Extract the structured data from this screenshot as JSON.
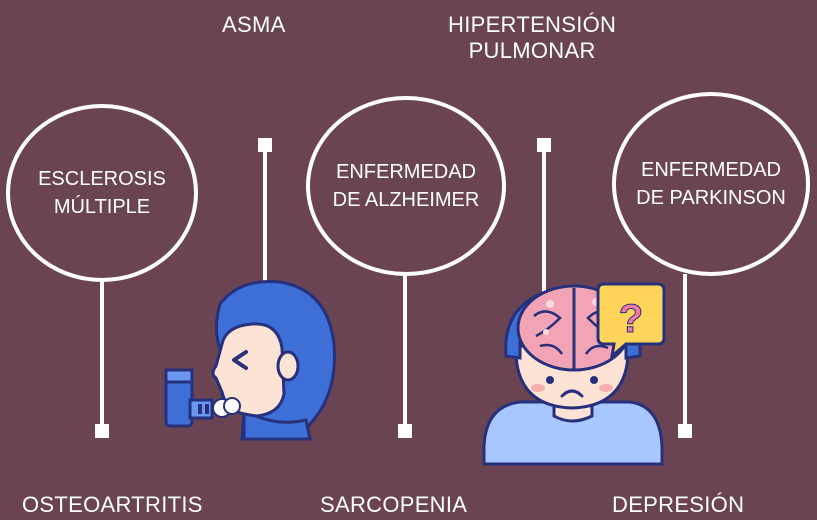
{
  "top_labels": {
    "asma": "ASMA",
    "hipertension_line1": "HIPERTENSIÓN",
    "hipertension_line2": "PULMONAR"
  },
  "circles": {
    "esclerosis_line1": "ESCLEROSIS",
    "esclerosis_line2": "MÚLTIPLE",
    "alzheimer_line1": "ENFERMEDAD",
    "alzheimer_line2": "DE ALZHEIMER",
    "parkinson_line1": "ENFERMEDAD",
    "parkinson_line2": "DE PARKINSON"
  },
  "bottom_labels": {
    "osteoartritis": "OSTEOARTRITIS",
    "sarcopenia": "SARCOPENIA",
    "depresion": "DEPRESIÓN"
  },
  "icons": [
    "inhaler-boy-icon",
    "confused-brain-person-icon"
  ],
  "colors": {
    "background": "#6b4453",
    "line": "#ffffff",
    "hair_blue": "#3d6fd6",
    "skin": "#fde3d6",
    "brain_pink": "#f3a3b6",
    "speech_yellow": "#ffd45a",
    "question_pink": "#f07aa4"
  }
}
